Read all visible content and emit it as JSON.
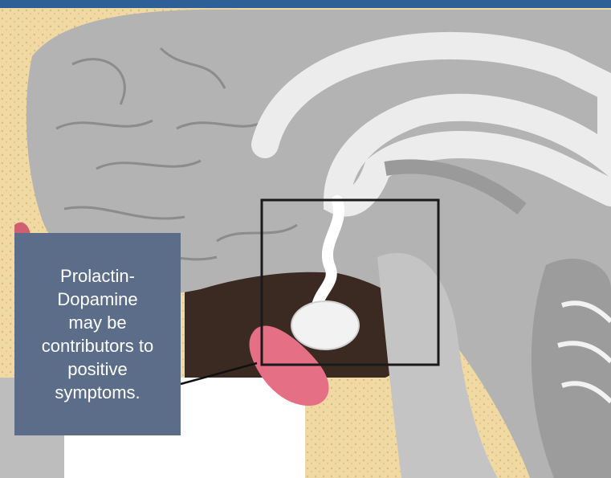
{
  "callout": {
    "lines": [
      "Prolactin-",
      "Dopamine",
      "may be",
      "contributors to",
      "positive",
      "symptoms."
    ]
  },
  "colors": {
    "header_bar": "#2f5f97",
    "callout_bg": "#5c6d8a",
    "bone": "#f1d9a3",
    "pituitary": "#e56f85",
    "brain": "#b3b3b3"
  },
  "icons": [
    "brain-illustration",
    "pituitary-highlight-box",
    "pointer-line"
  ]
}
